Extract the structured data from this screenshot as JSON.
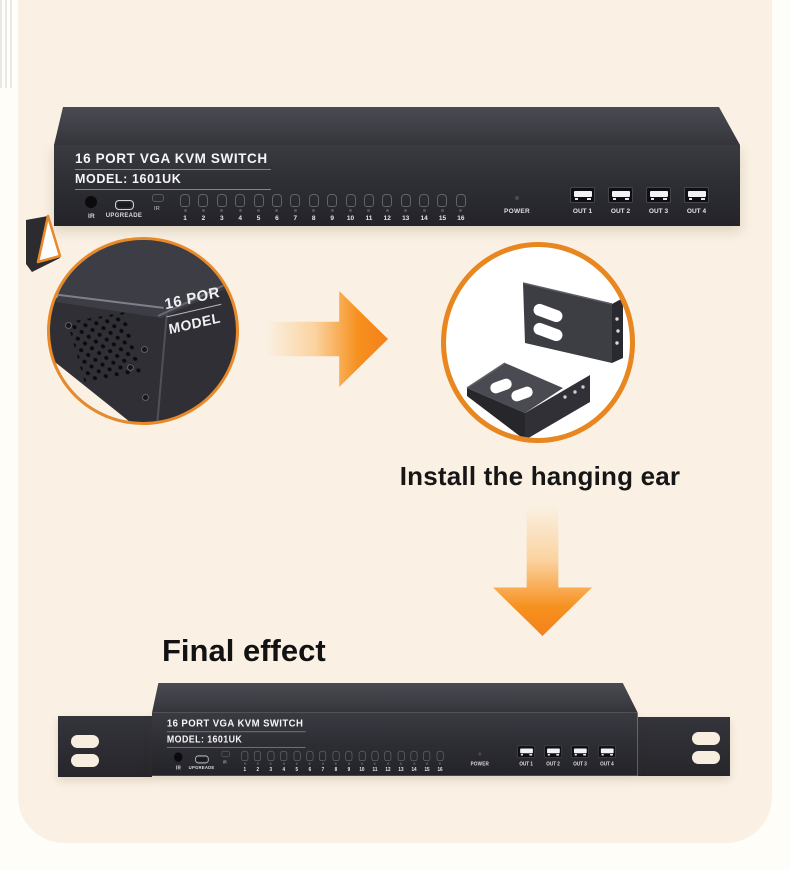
{
  "colors": {
    "background_card": "#faf1e4",
    "accent_orange": "#f5831b",
    "circle_ring": "#e8861f",
    "device_black": "#2e2e35"
  },
  "device": {
    "title": "16 PORT VGA KVM SWITCH",
    "model": "MODEL: 1601UK",
    "ir_label": "IR",
    "upgrade_label": "UPGREADE",
    "aux_ir_label": "IR",
    "power_label": "POWER",
    "port_numbers": [
      "1",
      "2",
      "3",
      "4",
      "5",
      "6",
      "7",
      "8",
      "9",
      "10",
      "11",
      "12",
      "13",
      "14",
      "15",
      "16"
    ],
    "usb_out_labels": [
      "OUT 1",
      "OUT 2",
      "OUT 3",
      "OUT 4"
    ]
  },
  "zoom_detail": {
    "panel_text_line1": "16 POR",
    "panel_text_line2": "MODEL"
  },
  "captions": {
    "install": "Install the hanging ear",
    "final": "Final effect"
  }
}
